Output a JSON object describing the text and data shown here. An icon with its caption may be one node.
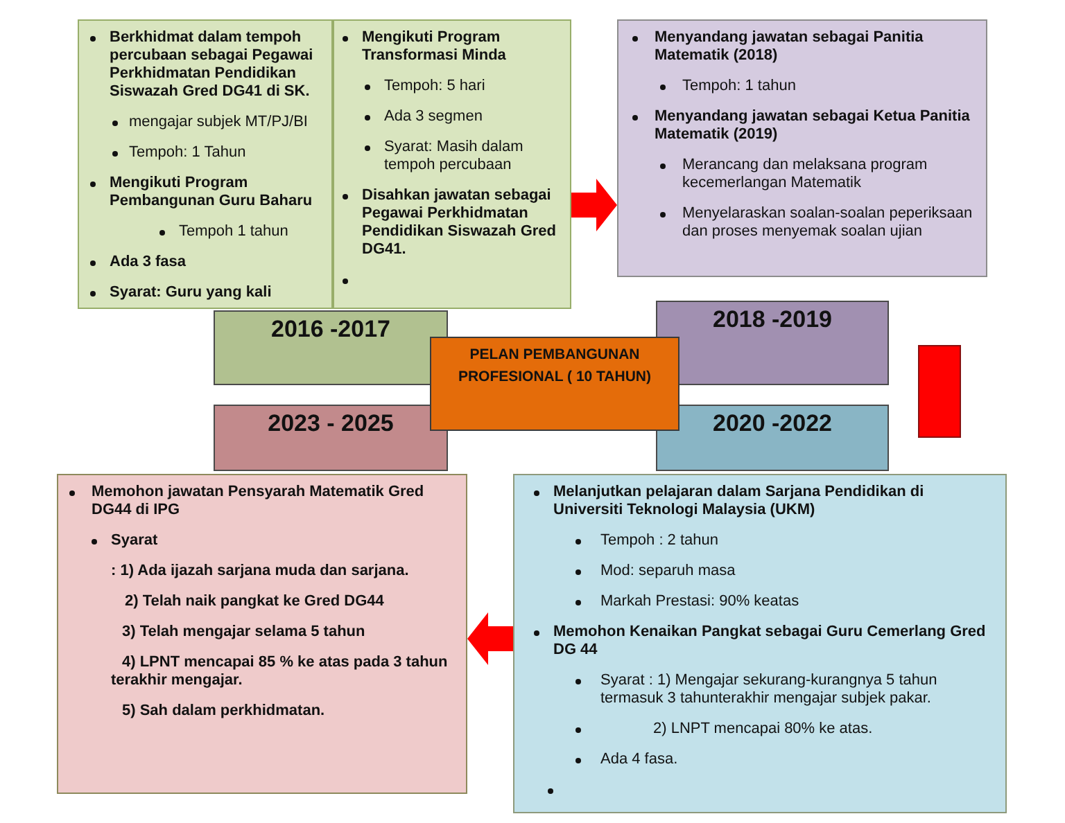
{
  "diagram": {
    "nodes": [
      {
        "text": [
          "Berkhidmat dalam tempoh percubaan sebagai Pegawai Perkhidmatan Pendidikan Siswazah Gred DG41 di SK.",
          "mengajar subjek MT/PJ/BI",
          "Tempoh: 1 Tahun",
          "Mengikuti Program Pembangunan Guru Baharu",
          "Tempoh 1 tahun",
          "Ada 3 fasa",
          "Syarat: Guru yang kali"
        ]
      },
      {
        "text": [
          "Mengikuti Program Transformasi Minda",
          "Tempoh: 5 hari",
          "Ada 3 segmen",
          "Syarat: Masih dalam tempoh percubaan",
          "Disahkan jawatan sebagai Pegawai Perkhidmatan Pendidikan Siswazah Gred DG41."
        ]
      },
      {
        "text": [
          "Menyandang jawatan sebagai Panitia Matematik (2018)",
          "Tempoh: 1 tahun",
          "Menyandang jawatan sebagai Ketua Panitia Matematik (2019)",
          "Merancang dan melaksana program kecemerlangan Matematik",
          "Menyelaraskan soalan-soalan peperiksaan dan proses menyemak soalan ujian"
        ]
      },
      {
        "text": [
          "2016 -2017"
        ]
      },
      {
        "text": [
          "2018 -2019"
        ]
      },
      {
        "text": [
          "PELAN PEMBANGUNAN PROFESIONAL ( 10 TAHUN)"
        ]
      },
      {
        "text": [],
        "shape": "bar"
      },
      {
        "text": [
          "2023 - 2025"
        ]
      },
      {
        "text": [
          "2020 -2022"
        ]
      },
      {
        "text": [
          "Memohon jawatan Pensyarah Matematik Gred DG44 di IPG",
          "Syarat",
          ": 1) Ada ijazah sarjana muda dan sarjana.",
          "2) Telah naik pangkat ke Gred DG44",
          "3) Telah mengajar selama 5 tahun",
          "4) LPNT mencapai 85 % ke atas pada 3 tahun terakhir mengajar.",
          "5) Sah dalam perkhidmatan."
        ]
      },
      {
        "text": [
          "Melanjutkan pelajaran dalam Sarjana Pendidikan di Universiti Teknologi Malaysia (UKM)",
          "Tempoh : 2 tahun",
          "Mod: separuh masa",
          "Markah Prestasi: 90% keatas",
          "Memohon Kenaikan Pangkat sebagai Guru Cemerlang Gred DG 44",
          "Syarat : 1) Mengajar sekurang-kurangnya 5 tahun termasuk 3 tahunterakhir mengajar subjek pakar.",
          "2) LNPT mencapai 80% ke atas.",
          "Ada 4 fasa."
        ]
      }
    ],
    "edges": [
      {
        "from": 1,
        "to": 2,
        "arrow": "to"
      },
      {
        "from": 10,
        "to": 9,
        "arrow": "to"
      }
    ]
  }
}
